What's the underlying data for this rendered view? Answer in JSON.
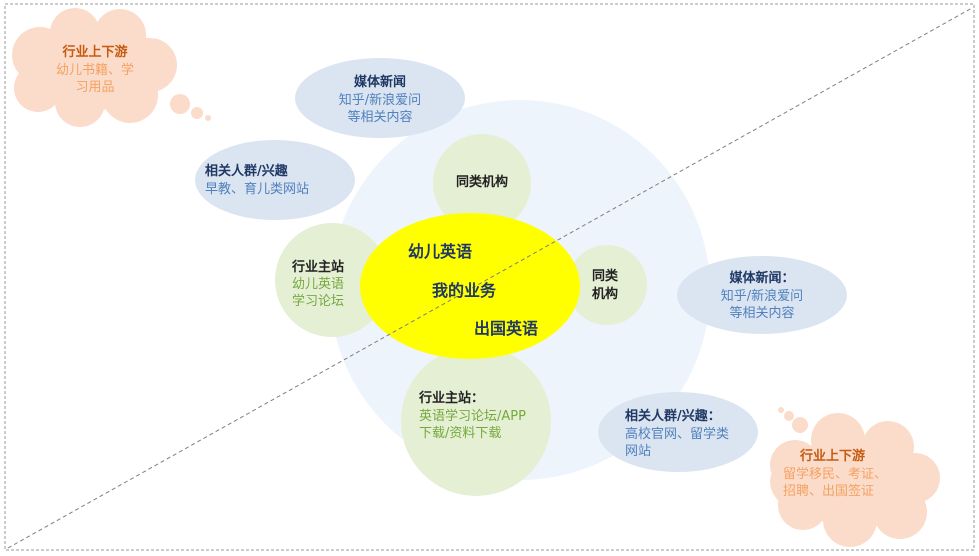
{
  "center": {
    "top_label": "幼儿英语",
    "middle_label": "我的业务",
    "bottom_label": "出国英语"
  },
  "nodes": {
    "media_top": {
      "title": "媒体新闻",
      "lines": [
        "知乎/新浪爱问",
        "等相关内容"
      ]
    },
    "related_left": {
      "title": "相关人群/兴趣",
      "lines": [
        "早教、育儿类网站"
      ]
    },
    "peer_top": {
      "title": "同类机构"
    },
    "industry_main_left": {
      "title": "行业主站",
      "lines": [
        "幼儿英语",
        "学习论坛"
      ]
    },
    "peer_right": {
      "lines": [
        "同类",
        "机构"
      ]
    },
    "media_right": {
      "title": "媒体新闻：",
      "lines": [
        "知乎/新浪爱问",
        "等相关内容"
      ]
    },
    "industry_main_bottom": {
      "title": "行业主站：",
      "lines": [
        "英语学习论坛/APP",
        "下载/资料下载"
      ]
    },
    "related_right": {
      "title": "相关人群/兴趣：",
      "lines": [
        "高校官网、留学类",
        "网站"
      ]
    },
    "updown_top": {
      "title": "行业上下游",
      "lines": [
        "幼儿书籍、学",
        "习用品"
      ]
    },
    "updown_bottom": {
      "title": "行业上下游",
      "lines": [
        "留学移民、考证、",
        "招聘、出国签证"
      ]
    }
  },
  "colors": {
    "center_fill": "#ffff00",
    "halo_fill": "#edf4fb",
    "blue_bubble": "#dbe4f1",
    "green_bubble": "#e4efd4",
    "cloud_fill": "#fbdccb",
    "navy_text": "#1f3864",
    "blue_text": "#4f81bd",
    "green_text": "#76a93d",
    "orange_title": "#c55a11",
    "orange_text": "#f4a261"
  }
}
